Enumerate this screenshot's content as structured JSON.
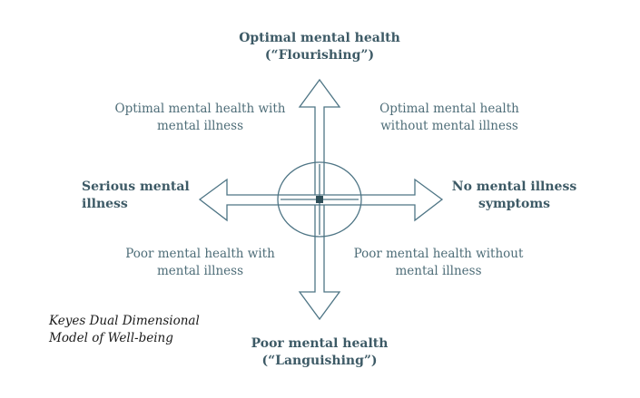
{
  "axes": {
    "top": {
      "line1": "Optimal mental health",
      "line2": "(“Flourishing”)"
    },
    "bottom": {
      "line1": "Poor mental health",
      "line2": "(“Languishing”)"
    },
    "left": {
      "line1": "Serious mental",
      "line2": "illness"
    },
    "right": {
      "line1": "No mental illness",
      "line2": "symptoms"
    }
  },
  "quadrants": {
    "top_left": {
      "line1": "Optimal mental health with",
      "line2": "mental illness"
    },
    "top_right": {
      "line1": "Optimal mental health",
      "line2": "without mental illness"
    },
    "bottom_left": {
      "line1": "Poor mental health with",
      "line2": "mental illness"
    },
    "bottom_right": {
      "line1": "Poor mental health without",
      "line2": "mental illness"
    }
  },
  "caption": {
    "line1": "Keyes  Dual Dimensional",
    "line2": "Model of Well-being"
  },
  "colors": {
    "arrow_stroke": "#4e7585",
    "center_square": "#2f4f59",
    "axis_text": "#3d5a66",
    "quadrant_text": "#4e6d78"
  }
}
